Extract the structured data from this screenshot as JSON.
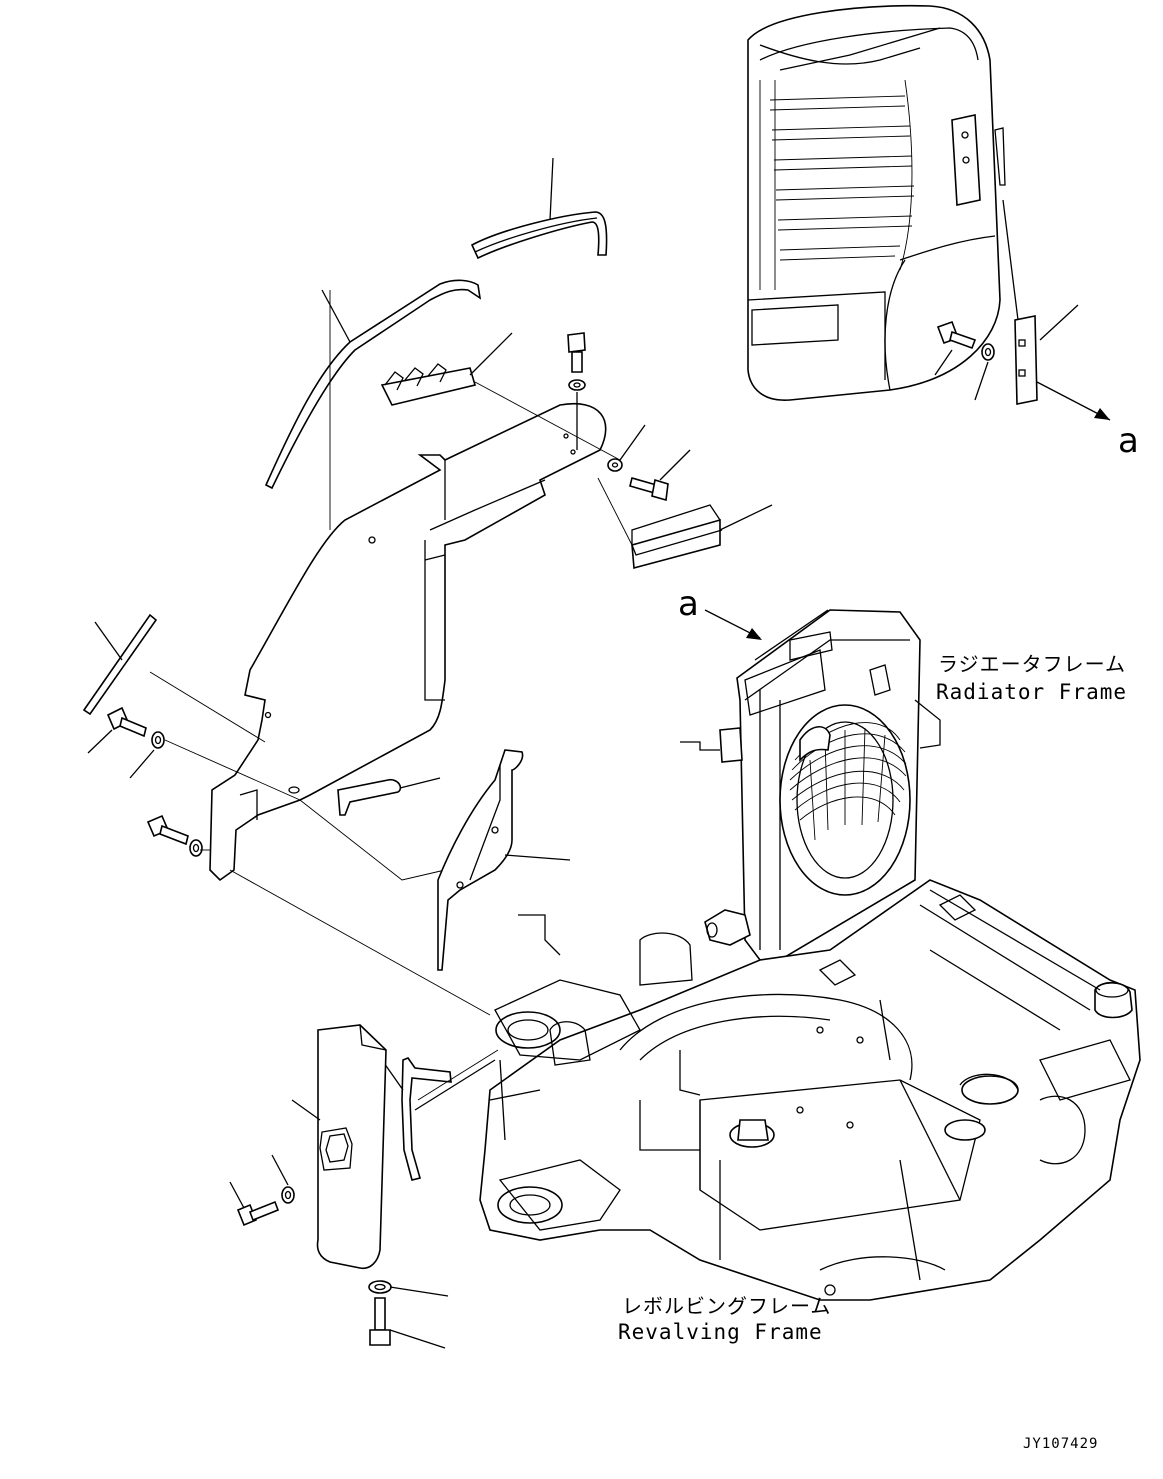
{
  "figure_id": "JY107429",
  "callout_letter": "a",
  "labels": {
    "radiator_frame_jp": "ラジエータフレーム",
    "radiator_frame_en": "Radiator Frame",
    "revolving_frame_jp": "レボルビングフレーム",
    "revolving_frame_en": "Revalving Frame"
  },
  "colors": {
    "line": "#000000",
    "background": "#ffffff"
  }
}
